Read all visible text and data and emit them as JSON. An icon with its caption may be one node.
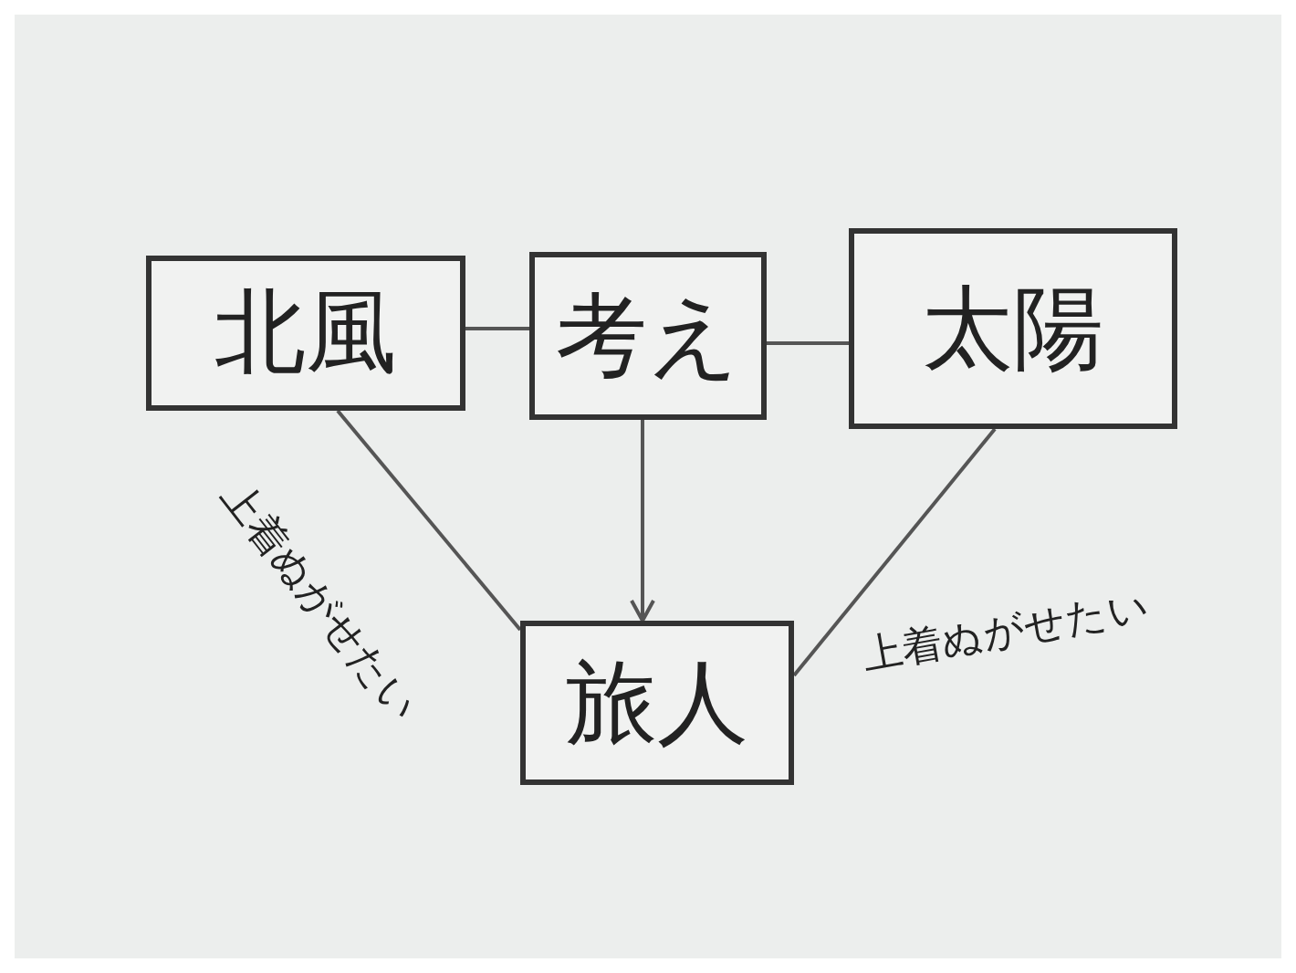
{
  "diagram": {
    "nodes": [
      {
        "text": [
          "北風"
        ]
      },
      {
        "text": [
          "考え"
        ]
      },
      {
        "text": [
          "太陽"
        ]
      },
      {
        "text": [
          "旅人"
        ]
      }
    ],
    "edges": [
      {
        "from": 0,
        "to": 1,
        "arrow": "none"
      },
      {
        "from": 1,
        "to": 2,
        "arrow": "none"
      },
      {
        "from": 1,
        "to": 3,
        "arrow": "to"
      },
      {
        "from": 0,
        "to": 3,
        "arrow": "none",
        "label": "上着ぬがせたい"
      },
      {
        "from": 2,
        "to": 3,
        "arrow": "none",
        "label": "上着ぬがせたい"
      }
    ]
  }
}
